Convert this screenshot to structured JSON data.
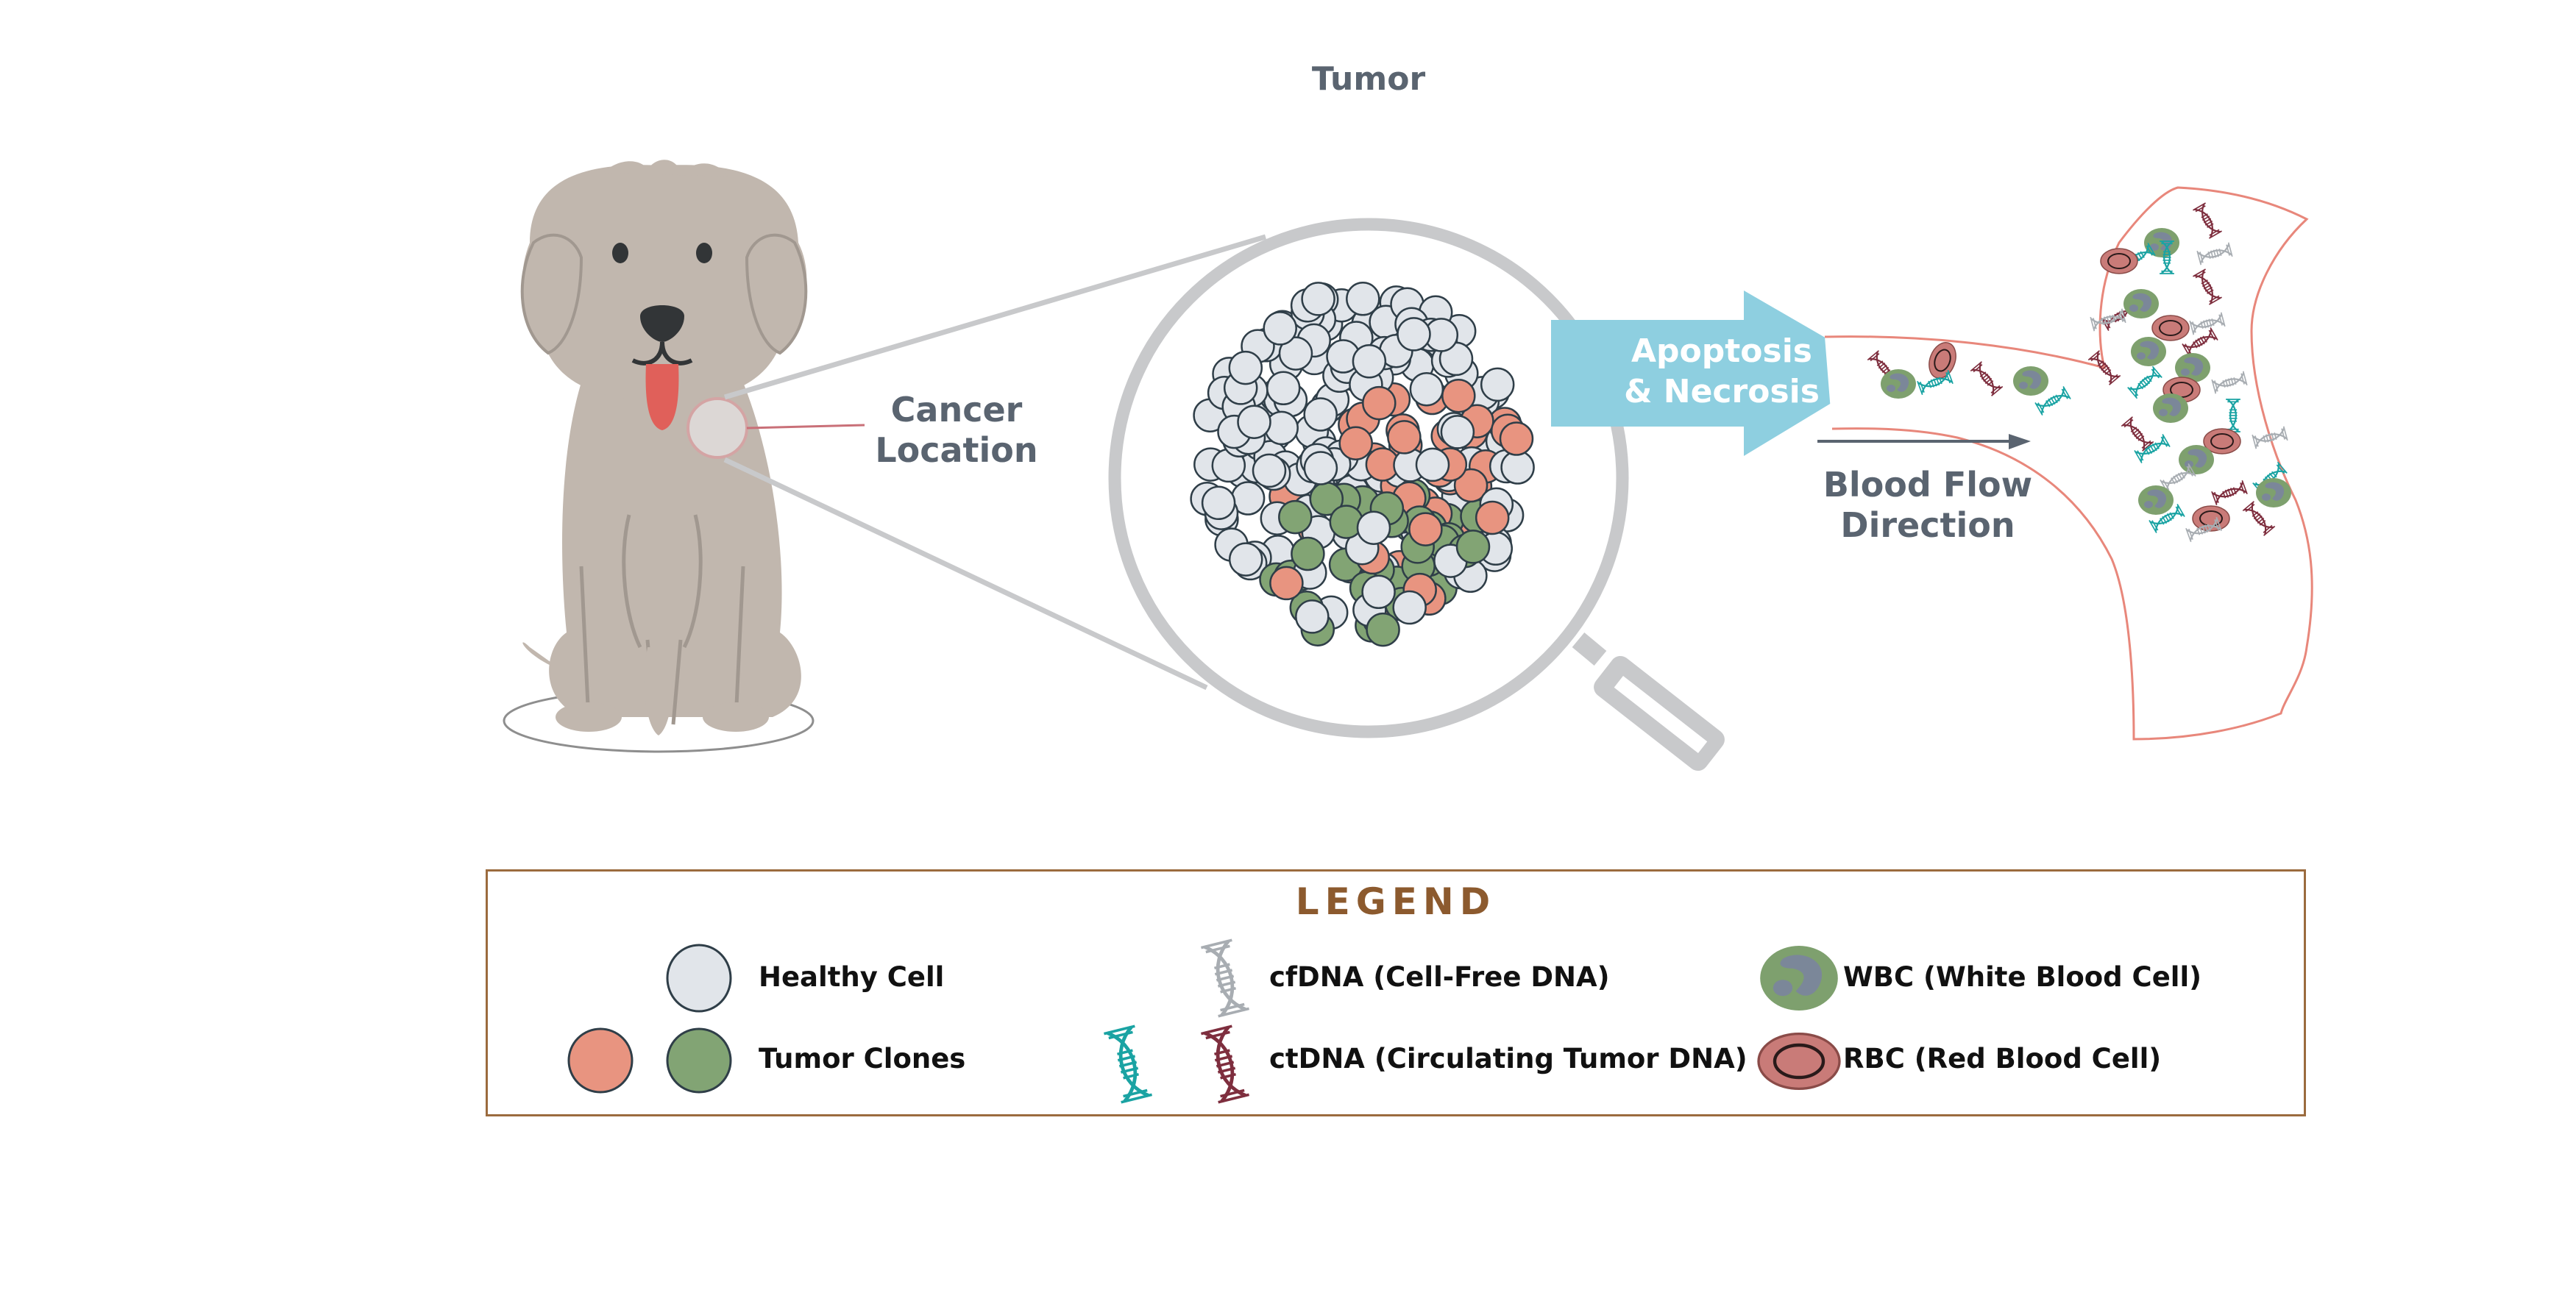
{
  "diagram": {
    "title": "Tumor",
    "cancer_location_label": [
      "Cancer",
      "Location"
    ],
    "process_arrow_label": [
      "Apoptosis",
      "& Necrosis"
    ],
    "blood_flow_label": [
      "Blood Flow",
      "Direction"
    ],
    "subject": "dog",
    "colors": {
      "healthy_cell": "#e1e5ea",
      "tumor_clone_a": "#e89480",
      "tumor_clone_b": "#82a474",
      "cell_outline": "#2f3e48",
      "magnifier": "#c8c9cb",
      "arrow": "#8ecfe0",
      "vessel_wall": "#e8877b",
      "cfdna": "#a8adb2",
      "ctdna_teal": "#1aa3a3",
      "ctdna_maroon": "#7e2e3e",
      "wbc": "#7ea06e",
      "wbc_nucleus": "#7b8799",
      "rbc": "#c97b78",
      "text_slate": "#5a6470",
      "legend_border": "#9b6b3e",
      "legend_title": "#8c5a2e",
      "dog_fur": "#c1b7ae",
      "dog_tongue": "#e0605a"
    }
  },
  "legend": {
    "title": "LEGEND",
    "items": [
      {
        "key": "healthy_cell",
        "label": "Healthy Cell"
      },
      {
        "key": "tumor_clones",
        "label": "Tumor Clones"
      },
      {
        "key": "cfdna",
        "label": "cfDNA (Cell-Free DNA)"
      },
      {
        "key": "ctdna",
        "label": "ctDNA (Circulating Tumor DNA)"
      },
      {
        "key": "wbc",
        "label": "WBC (White Blood Cell)"
      },
      {
        "key": "rbc",
        "label": "RBC (Red Blood Cell)"
      }
    ]
  }
}
